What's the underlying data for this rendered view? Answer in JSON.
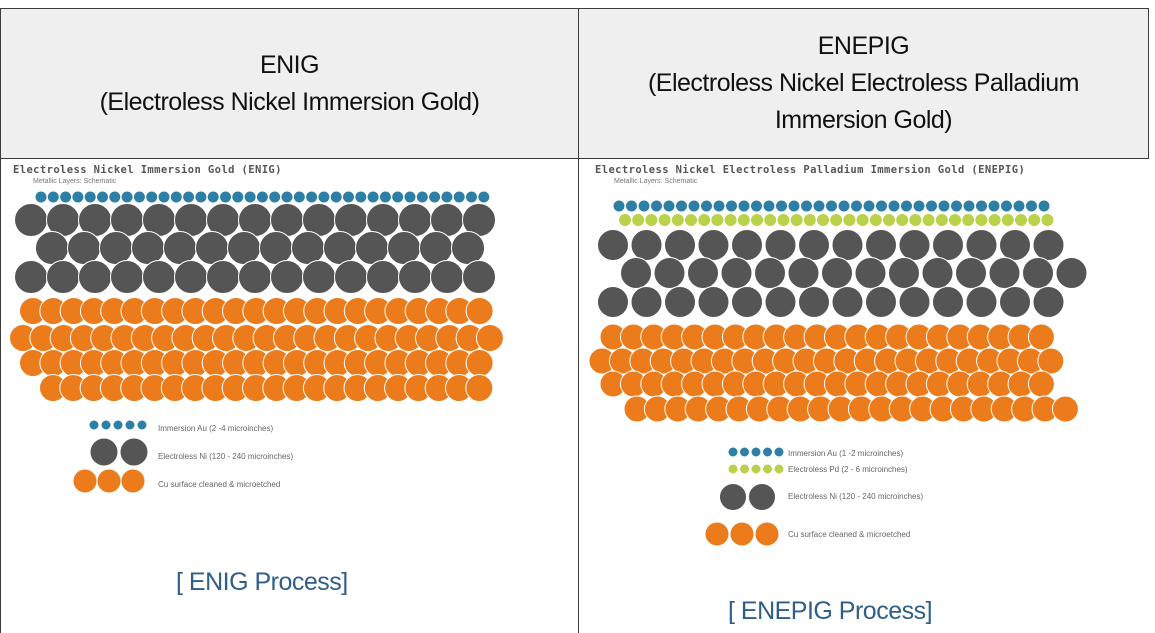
{
  "columns": [
    {
      "header": [
        "ENIG",
        "(Electroless Nickel Immersion Gold)"
      ],
      "figure": {
        "title": "Electroless Nickel Immersion Gold (ENIG)",
        "subtitle": "Metallic Layers: Schematic",
        "legend": [
          {
            "label": "Immersion Au (2 -4 microinches)",
            "color": "#2d7fa6"
          },
          {
            "label": "Electroless Ni (120 - 240 microinches)",
            "color": "#555555"
          },
          {
            "label": "Cu surface cleaned & microetched",
            "color": "#ec7c1b"
          }
        ]
      },
      "caption": "[ ENIG Process]"
    },
    {
      "header": [
        "ENEPIG",
        "(Electroless Nickel Electroless Palladium",
        "Immersion Gold)"
      ],
      "figure": {
        "title": "Electroless Nickel Electroless Palladium Immersion Gold (ENEPIG)",
        "subtitle": "Metallic Layers: Schematic",
        "legend": [
          {
            "label": "Immersion Au (1 -2 microinches)",
            "color": "#2d7fa6"
          },
          {
            "label": "Electroless Pd (2 - 6 microinches)",
            "color": "#b9d24a"
          },
          {
            "label": "Electroless Ni (120 - 240 microinches)",
            "color": "#555555"
          },
          {
            "label": "Cu surface cleaned & microetched",
            "color": "#ec7c1b"
          }
        ]
      },
      "caption": "[ ENEPIG Process]"
    }
  ]
}
